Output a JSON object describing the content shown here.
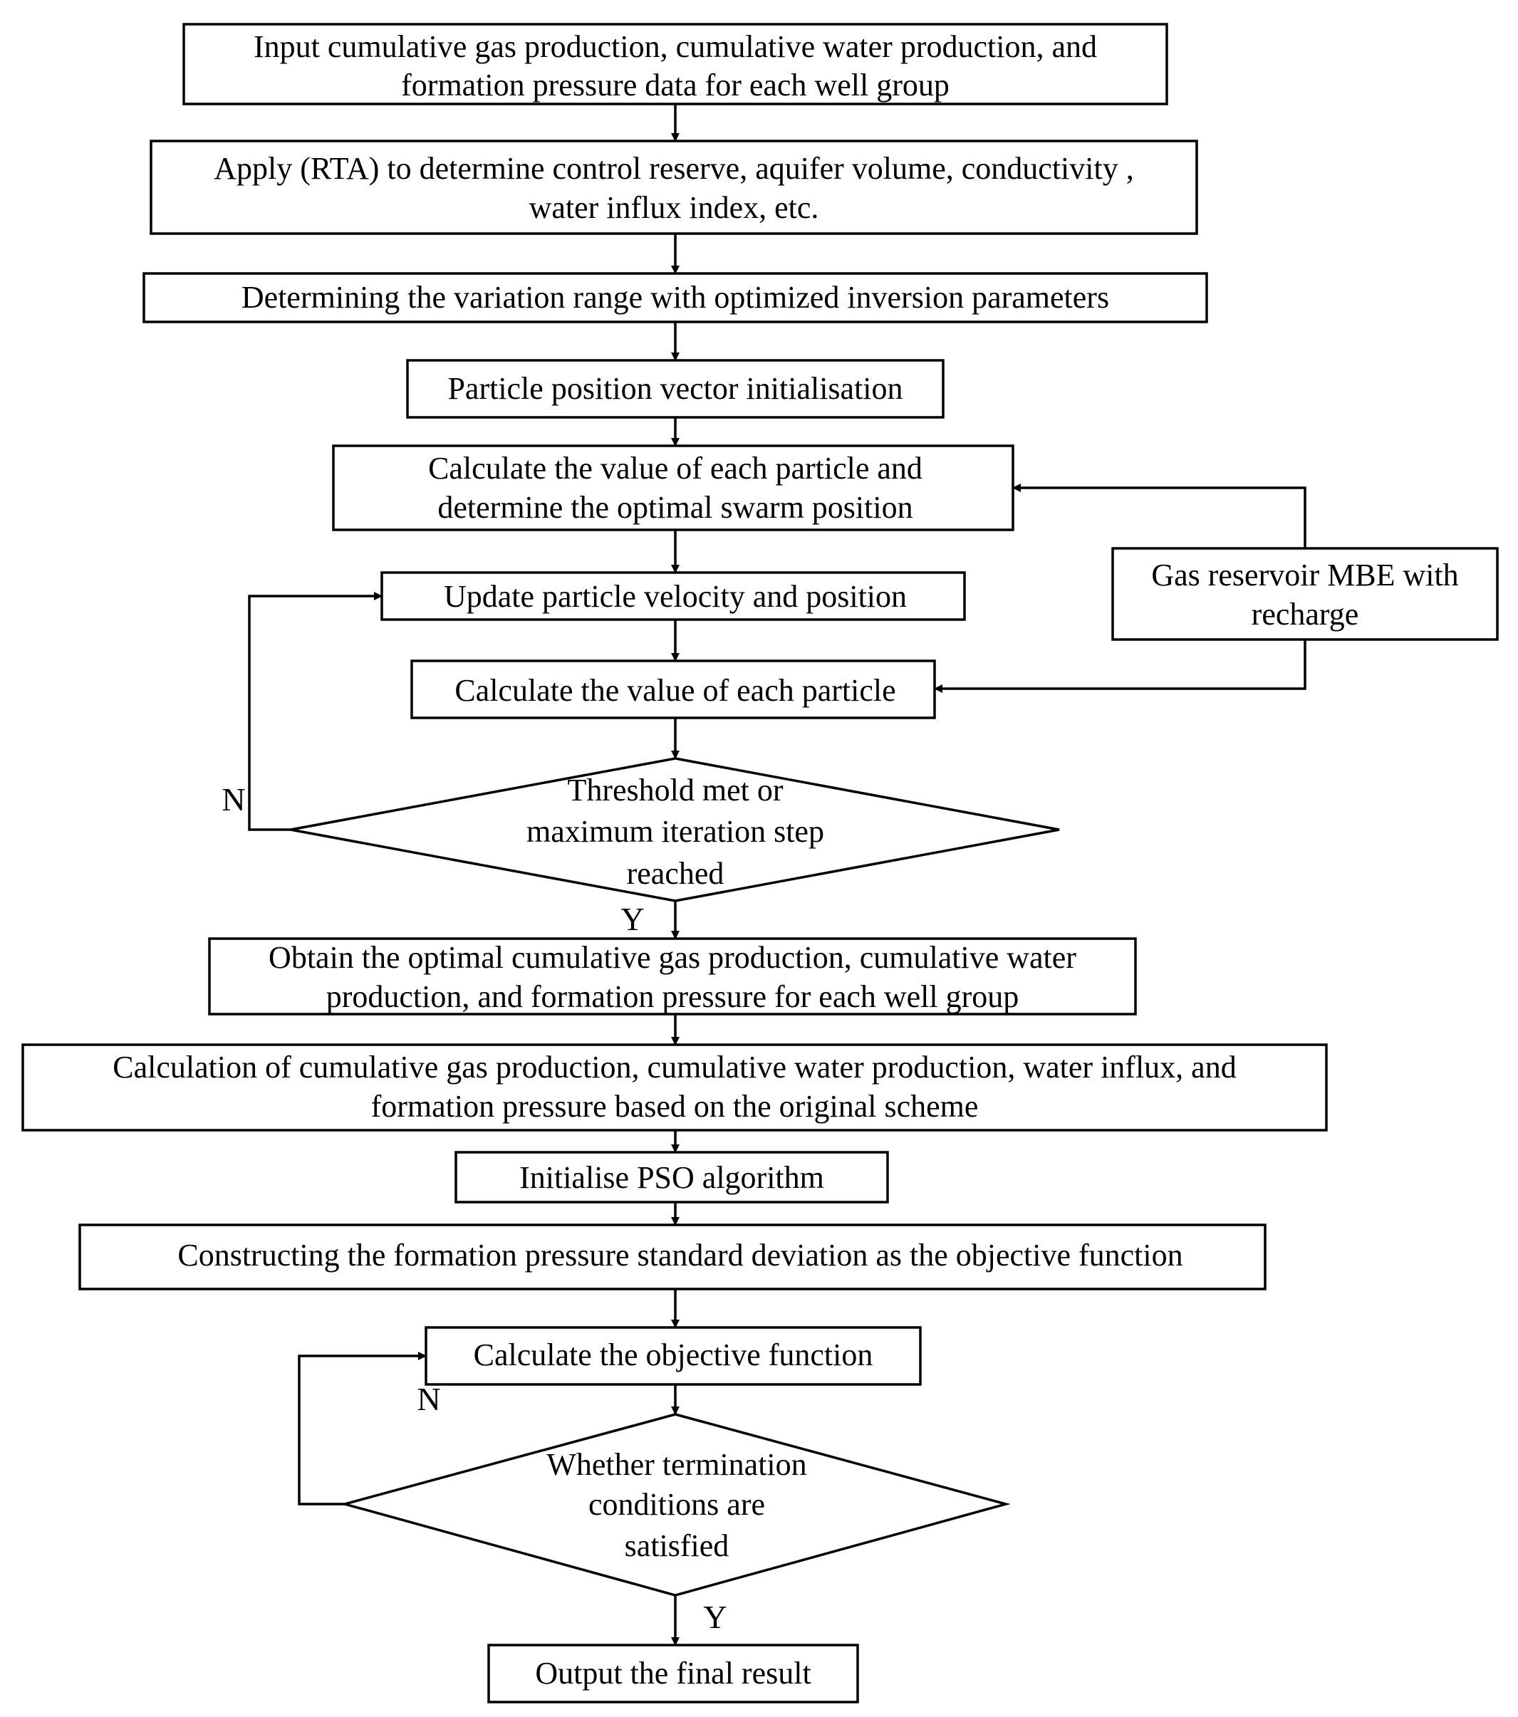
{
  "nodes": {
    "input_data": [
      "Input cumulative gas production, cumulative water production, and",
      "formation pressure data for each well group"
    ],
    "apply_rta": [
      "Apply (RTA) to determine control reserve, aquifer volume, conductivity ,",
      "water influx index, etc."
    ],
    "variation_range": [
      "Determining the variation range with optimized inversion parameters"
    ],
    "particle_init": [
      "Particle position vector initialisation"
    ],
    "calc_swarm": [
      "Calculate the value of each particle and",
      "determine the optimal swarm position"
    ],
    "update_particle": [
      "Update particle velocity and position"
    ],
    "calc_particle": [
      "Calculate the value of each particle"
    ],
    "mbe": [
      "Gas reservoir MBE with",
      "recharge"
    ],
    "threshold": [
      "Threshold met or",
      "maximum iteration step",
      "reached"
    ],
    "obtain_optimal": [
      "Obtain the optimal cumulative gas production, cumulative water",
      "production, and formation pressure for each well group"
    ],
    "calc_original": [
      "Calculation of cumulative gas production, cumulative water production, water influx, and",
      "formation pressure based on the original scheme"
    ],
    "init_pso": [
      "Initialise PSO algorithm"
    ],
    "objective": [
      "Constructing the formation pressure standard deviation as the objective function"
    ],
    "calc_objective": [
      "Calculate the objective function"
    ],
    "termination": [
      "Whether termination",
      "conditions are",
      "satisfied"
    ],
    "output": [
      "Output the final result"
    ]
  },
  "labels": {
    "n1": "N",
    "y1": "Y",
    "n2": "N",
    "y2": "Y"
  }
}
